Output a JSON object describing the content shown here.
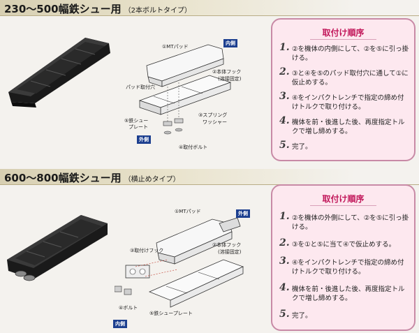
{
  "section1": {
    "title": "230～500幅鉄シュー用",
    "subtitle": "（2本ボルトタイプ）",
    "labels": {
      "mt_pad": "①MTパッド",
      "inner": "内側",
      "hook": "②本体フック",
      "hook_sub": "(溶接固定)",
      "pad_hole": "パッド取付穴",
      "shoe": "⑤鉄シュー",
      "shoe2": "プレート",
      "spring": "③スプリング",
      "washer": "ワッシャー",
      "outer": "外側",
      "bolt": "④取付ボルト"
    },
    "box_title": "取付け順序",
    "steps": [
      {
        "num": "1.",
        "text": "②を機体の内側にして、②を⑤に引っ掛ける。"
      },
      {
        "num": "2.",
        "text": "③と④を⑤のパッド取付穴に通して①に仮止めする。"
      },
      {
        "num": "3.",
        "text": "④をインパクトレンチで指定の締め付けトルクで取り付ける。"
      },
      {
        "num": "4.",
        "text": "機体を前・後進した後、再度指定トルクで増し締めする。"
      },
      {
        "num": "5.",
        "text": "完了。"
      }
    ]
  },
  "section2": {
    "title": "600～800幅鉄シュー用",
    "subtitle": "（横止めタイプ）",
    "labels": {
      "mt_pad": "①MTパッド",
      "outer": "外側",
      "fix_hook": "③取付けフック",
      "hook": "②本体フック",
      "hook_sub": "(溶接固定)",
      "bolt": "④ボルト",
      "shoe": "⑤鉄シュープレート",
      "inner": "内側"
    },
    "box_title": "取付け順序",
    "steps": [
      {
        "num": "1.",
        "text": "②を機体の外側にして、②を⑤に引っ掛ける。"
      },
      {
        "num": "2.",
        "text": "③を①と⑤に当て④で仮止めする。"
      },
      {
        "num": "3.",
        "text": "④をインパクトレンチで指定の締め付けトルクで取り付ける。"
      },
      {
        "num": "4.",
        "text": "機体を前・後進した後、再度指定トルクで増し締めする。"
      },
      {
        "num": "5.",
        "text": "完了。"
      }
    ]
  }
}
